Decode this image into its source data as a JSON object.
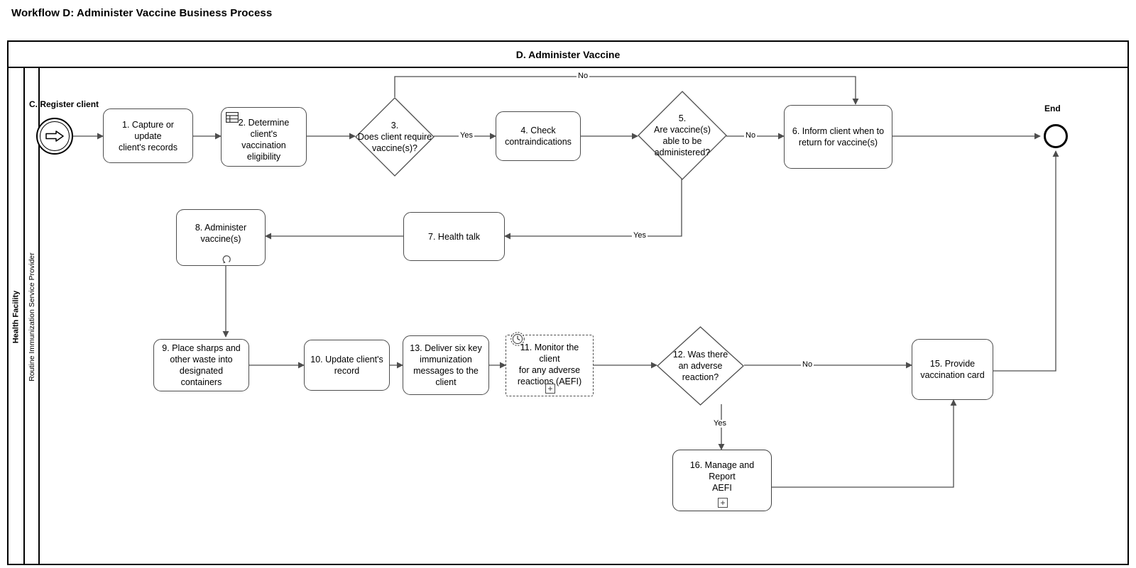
{
  "page": {
    "title": "Workflow D: Administer Vaccine Business Process"
  },
  "pool": {
    "header_label": "D. Administer Vaccine",
    "participant_label": "Health Facility",
    "lane_label": "Routine Immunization Service Provider"
  },
  "events": {
    "start": {
      "label": "C. Register client",
      "icon": "link-arrow-icon"
    },
    "end": {
      "label": "End",
      "icon": "end-event-icon"
    }
  },
  "nodes": [
    {
      "id": "t1",
      "type": "task",
      "label": "1. Capture or update client's records"
    },
    {
      "id": "t2",
      "type": "task",
      "label": "2. Determine client's vaccination eligibility",
      "marker": "business-rule"
    },
    {
      "id": "g3",
      "type": "gateway",
      "label": "3.\nDoes client require vaccine(s)?"
    },
    {
      "id": "t4",
      "type": "task",
      "label": "4. Check contraindications"
    },
    {
      "id": "g5",
      "type": "gateway",
      "label": "5.\nAre vaccine(s) able to be administered?"
    },
    {
      "id": "t6",
      "type": "task",
      "label": "6. Inform client when to return for vaccine(s)"
    },
    {
      "id": "t7",
      "type": "task",
      "label": "7. Health talk"
    },
    {
      "id": "t8",
      "type": "task",
      "label": "8. Administer vaccine(s)",
      "marker": "loop"
    },
    {
      "id": "t9",
      "type": "task",
      "label": "9. Place sharps and other waste into designated containers"
    },
    {
      "id": "t10",
      "type": "task",
      "label": "10. Update client's record"
    },
    {
      "id": "t13",
      "type": "task",
      "label": "13. Deliver six key immunization messages to the client"
    },
    {
      "id": "t11",
      "type": "subprocess-dashed",
      "label": "11. Monitor the client for any adverse reactions (AEFI)",
      "marker": "timer-plus"
    },
    {
      "id": "g12",
      "type": "gateway",
      "label": "12. Was there an adverse reaction?"
    },
    {
      "id": "t15",
      "type": "task",
      "label": "15. Provide vaccination card"
    },
    {
      "id": "t16",
      "type": "subprocess",
      "label": "16.  Manage and Report AEFI",
      "marker": "plus"
    }
  ],
  "node_text": {
    "t1_line1": "1. Capture or update",
    "t1_line2": "client's records",
    "t2_line1": "2. Determine client's",
    "t2_line2": "vaccination eligibility",
    "g3_line1": "3.",
    "g3_line2": "Does client require",
    "g3_line3": "vaccine(s)?",
    "t4_line1": "4. Check",
    "t4_line2": "contraindications",
    "g5_line1": "5.",
    "g5_line2": "Are vaccine(s)",
    "g5_line3": "able to be",
    "g5_line4": "administered?",
    "t6_line1": "6. Inform client when to",
    "t6_line2": "return for vaccine(s)",
    "t7_line1": "7. Health talk",
    "t8_line1": "8. Administer",
    "t8_line2": "vaccine(s)",
    "t9_line1": "9. Place sharps and",
    "t9_line2": "other waste into",
    "t9_line3": "designated containers",
    "t10_line1": "10. Update client's",
    "t10_line2": "record",
    "t13_line1": "13. Deliver six key",
    "t13_line2": "immunization",
    "t13_line3": "messages to the",
    "t13_line4": "client",
    "t11_line1": "11. Monitor the client",
    "t11_line2": "for any adverse",
    "t11_line3": "reactions (AEFI)",
    "g12_line1": "12. Was there",
    "g12_line2": "an adverse",
    "g12_line3": "reaction?",
    "t15_line1": "15. Provide",
    "t15_line2": "vaccination card",
    "t16_line1": "16.  Manage and Report",
    "t16_line2": "AEFI",
    "plus_marker": "+"
  },
  "edges": [
    {
      "from": "start",
      "to": "t1",
      "label": ""
    },
    {
      "from": "t1",
      "to": "t2",
      "label": ""
    },
    {
      "from": "t2",
      "to": "g3",
      "label": ""
    },
    {
      "from": "g3",
      "to": "t4",
      "label": "Yes"
    },
    {
      "from": "g3",
      "to": "t6",
      "label": "No"
    },
    {
      "from": "t4",
      "to": "g5",
      "label": ""
    },
    {
      "from": "g5",
      "to": "t6",
      "label": "No"
    },
    {
      "from": "g5",
      "to": "t7",
      "label": "Yes"
    },
    {
      "from": "t6",
      "to": "end",
      "label": ""
    },
    {
      "from": "t7",
      "to": "t8",
      "label": ""
    },
    {
      "from": "t8",
      "to": "t9",
      "label": ""
    },
    {
      "from": "t9",
      "to": "t10",
      "label": ""
    },
    {
      "from": "t10",
      "to": "t13",
      "label": ""
    },
    {
      "from": "t13",
      "to": "t11",
      "label": ""
    },
    {
      "from": "t11",
      "to": "g12",
      "label": ""
    },
    {
      "from": "g12",
      "to": "t15",
      "label": "No"
    },
    {
      "from": "g12",
      "to": "t16",
      "label": "Yes"
    },
    {
      "from": "t16",
      "to": "t15",
      "label": ""
    },
    {
      "from": "t15",
      "to": "end",
      "label": ""
    }
  ],
  "edge_labels": {
    "g3_yes": "Yes",
    "g3_no": "No",
    "g5_no": "No",
    "g5_yes": "Yes",
    "g12_no": "No",
    "g12_yes": "Yes"
  },
  "colors": {
    "frame": "#000000",
    "node_stroke": "#4d4d4d",
    "connector": "#4d4d4d",
    "background": "#ffffff",
    "text": "#000000"
  }
}
